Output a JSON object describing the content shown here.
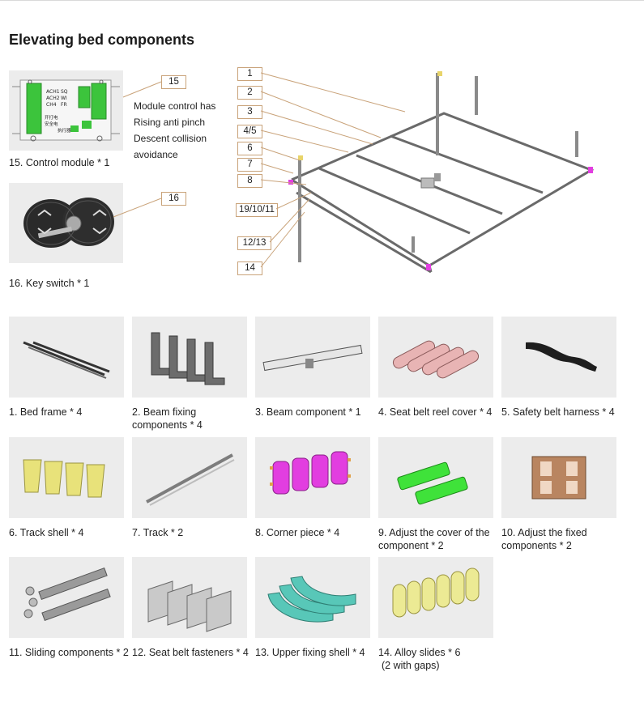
{
  "page": {
    "title": "Elevating bed components"
  },
  "control_module": {
    "callout": "15",
    "caption": "15. Control module * 1",
    "notes": [
      "Module control has",
      "Rising anti pinch",
      "Descent collision",
      "avoidance"
    ],
    "board_text": [
      "ACH1",
      "ACH2",
      "CH4",
      "SQ",
      "WI",
      "FR",
      "开打电",
      "安全电",
      "执行器"
    ]
  },
  "key_switch": {
    "callout": "16",
    "caption": "16. Key switch * 1"
  },
  "diagram": {
    "callouts": [
      "1",
      "2",
      "3",
      "4/5",
      "6",
      "7",
      "8",
      "19/10/11",
      "12/13",
      "14"
    ]
  },
  "parts": [
    {
      "label": "1. Bed frame * 4",
      "icon": "bed-frame-rails"
    },
    {
      "label": "2. Beam fixing components * 4",
      "icon": "beam-fixing-brackets"
    },
    {
      "label": "3. Beam component * 1",
      "icon": "beam-component"
    },
    {
      "label": "4. Seat belt reel cover * 4",
      "icon": "reel-covers"
    },
    {
      "label": "5. Safety belt harness * 4",
      "icon": "belt-harness"
    },
    {
      "label": "6. Track shell * 4",
      "icon": "track-shells"
    },
    {
      "label": "7. Track * 2",
      "icon": "track"
    },
    {
      "label": "8. Corner piece * 4",
      "icon": "corner-pieces"
    },
    {
      "label": "9. Adjust the cover of the component * 2",
      "icon": "adjust-covers"
    },
    {
      "label": "10. Adjust the fixed components * 2",
      "icon": "adjust-fixed"
    },
    {
      "label": "11. Sliding components * 2",
      "icon": "sliding-components"
    },
    {
      "label": "12. Seat belt fasteners * 4",
      "icon": "belt-fasteners"
    },
    {
      "label": "13. Upper fixing shell * 4",
      "icon": "upper-fixing-shell"
    },
    {
      "label": "14. Alloy slides * 6",
      "sublabel": "(2 with gaps)",
      "icon": "alloy-slides"
    }
  ],
  "colors": {
    "accent_border": "#c9a37a",
    "image_bg": "#ececec",
    "board_green": "#3cc43c",
    "pink": "#e23ee0",
    "yellow": "#e8e27a",
    "teal": "#58c7b8",
    "bright_green": "#3fe23a",
    "copper": "#b98560"
  }
}
